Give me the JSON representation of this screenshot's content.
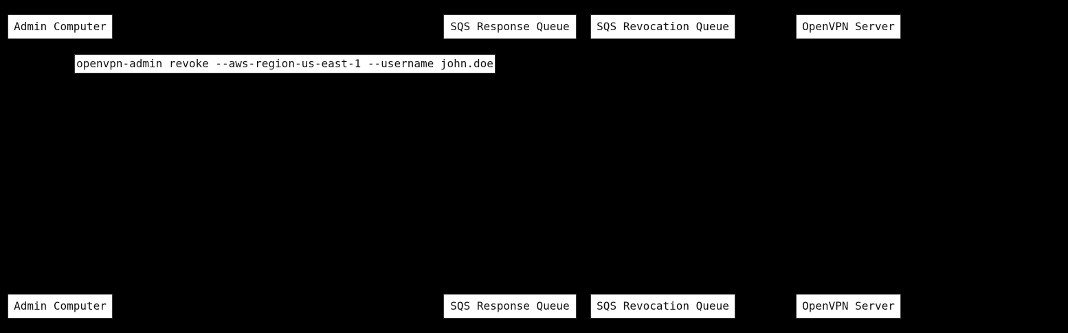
{
  "diagram": {
    "type": "sequence-diagram",
    "colors": {
      "background": "#000000",
      "box_fill": "#ffffff",
      "box_border": "#3c3c3c",
      "text": "#111111"
    },
    "participants": [
      {
        "label": "Admin Computer"
      },
      {
        "label": "SQS Response Queue"
      },
      {
        "label": "SQS Revocation Queue"
      },
      {
        "label": "OpenVPN Server"
      }
    ],
    "message": {
      "text": "openvpn-admin revoke --aws-region-us-east-1 --username john.doe"
    }
  }
}
